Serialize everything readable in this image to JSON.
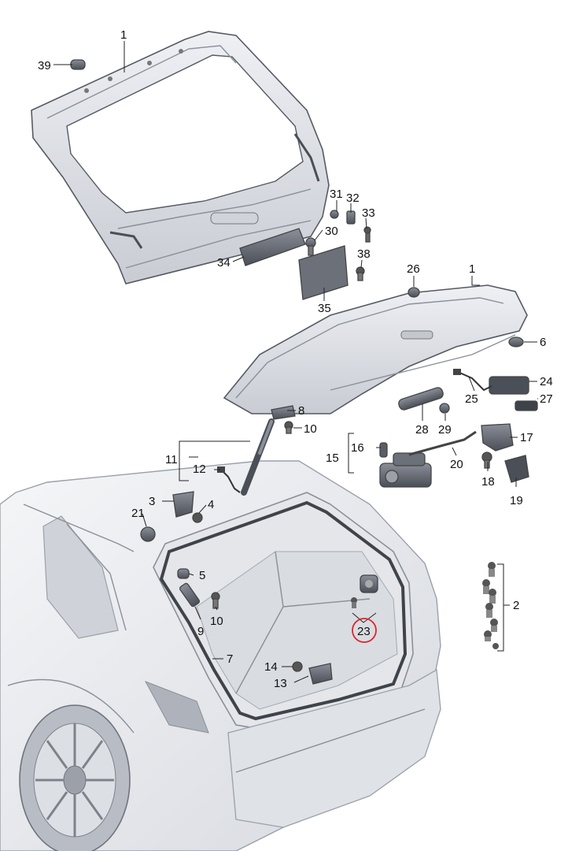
{
  "diagram": {
    "highlight_color": "#d9262a",
    "labels": {
      "p1_top": "1",
      "p39": "39",
      "p31": "31",
      "p32": "32",
      "p33": "33",
      "p30": "30",
      "p34": "34",
      "p38": "38",
      "p35": "35",
      "p26": "26",
      "p1_spoiler": "1",
      "p6": "6",
      "p24": "24",
      "p25": "25",
      "p27": "27",
      "p8": "8",
      "p10_top": "10",
      "p28": "28",
      "p29": "29",
      "p17": "17",
      "p11": "11",
      "p16": "16",
      "p15": "15",
      "p20": "20",
      "p12": "12",
      "p18": "18",
      "p19": "19",
      "p3": "3",
      "p4": "4",
      "p21": "21",
      "p5": "5",
      "p9": "9",
      "p10_bottom": "10",
      "p2": "2",
      "p23": "23",
      "p7": "7",
      "p14": "14",
      "p13": "13"
    }
  }
}
